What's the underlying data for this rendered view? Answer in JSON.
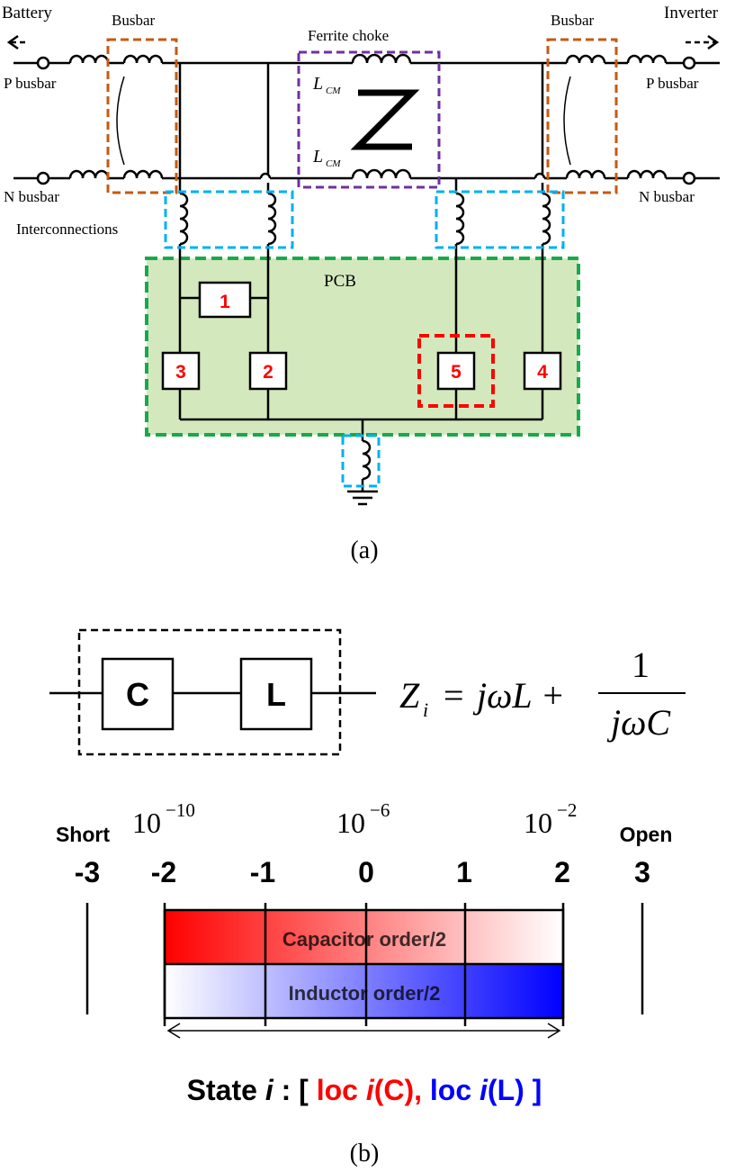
{
  "part_a": {
    "label": "(a)",
    "battery": "Battery",
    "inverter": "Inverter",
    "busbar_left": "Busbar",
    "busbar_right": "Busbar",
    "p_busbar_left": "P busbar",
    "p_busbar_right": "P busbar",
    "n_busbar_left": "N busbar",
    "n_busbar_right": "N busbar",
    "ferrite_choke": "Ferrite choke",
    "lcm_main": "L",
    "lcm_sub": "CM",
    "interconnections": "Interconnections",
    "pcb": "PCB",
    "components": [
      "1",
      "2",
      "3",
      "4",
      "5"
    ]
  },
  "part_b": {
    "label": "(b)",
    "cap_box": "C",
    "ind_box": "L",
    "formula": {
      "lhs": "Z",
      "lhs_sub": "i",
      "equals": "=",
      "term1": "jωL +",
      "numerator": "1",
      "denominator": "jωC"
    },
    "scale": {
      "short": "Short",
      "open": "Open",
      "ticks": [
        "-3",
        "-2",
        "-1",
        "0",
        "1",
        "2",
        "3"
      ],
      "exponent_base": "10",
      "exponents": [
        "−10",
        "−6",
        "−2"
      ]
    },
    "capacitor_bar": "Capacitor order/2",
    "inductor_bar": "Inductor order/2",
    "state": {
      "prefix": "State ",
      "i": "i",
      "colon": " : [ ",
      "loc_c_pre": "loc ",
      "loc_c_i": "i",
      "loc_c_post": "(C),",
      "loc_l_pre": " loc ",
      "loc_l_i": "i",
      "loc_l_post": "(L)",
      "close": " ]"
    }
  },
  "colors": {
    "busbar_box": "#c55a11",
    "choke_box": "#7030a0",
    "interconnect_box": "#00b0f0",
    "pcb_fill": "#d3e9bd",
    "pcb_border": "#1aa84c",
    "component_text": "#ff0000",
    "highlight_box": "#ff0000",
    "capacitor": "#ff0000",
    "inductor": "#0000ff"
  }
}
